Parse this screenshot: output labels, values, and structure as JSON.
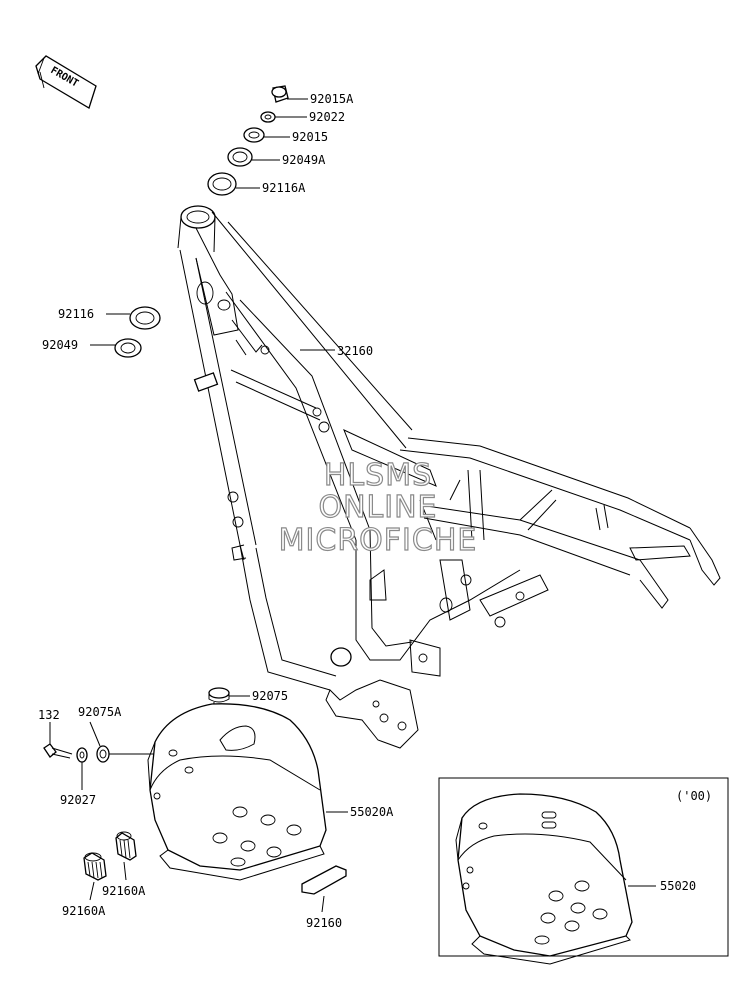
{
  "front_badge": "FRONT",
  "watermark": {
    "line1": "HLSMS",
    "line2": "ONLINE",
    "line3": "MICROFICHE"
  },
  "inset_note": "('00)",
  "parts": {
    "p92015A": "92015A",
    "p92022": "92022",
    "p92015": "92015",
    "p92049A": "92049A",
    "p92116A": "92116A",
    "p92116": "92116",
    "p92049": "92049",
    "p32160": "32160",
    "p92075": "92075",
    "p132": "132",
    "p92075A": "92075A",
    "p92027": "92027",
    "p55020A": "55020A",
    "p92160A_r": "92160A",
    "p92160A_l": "92160A",
    "p92160": "92160",
    "p55020": "55020"
  }
}
